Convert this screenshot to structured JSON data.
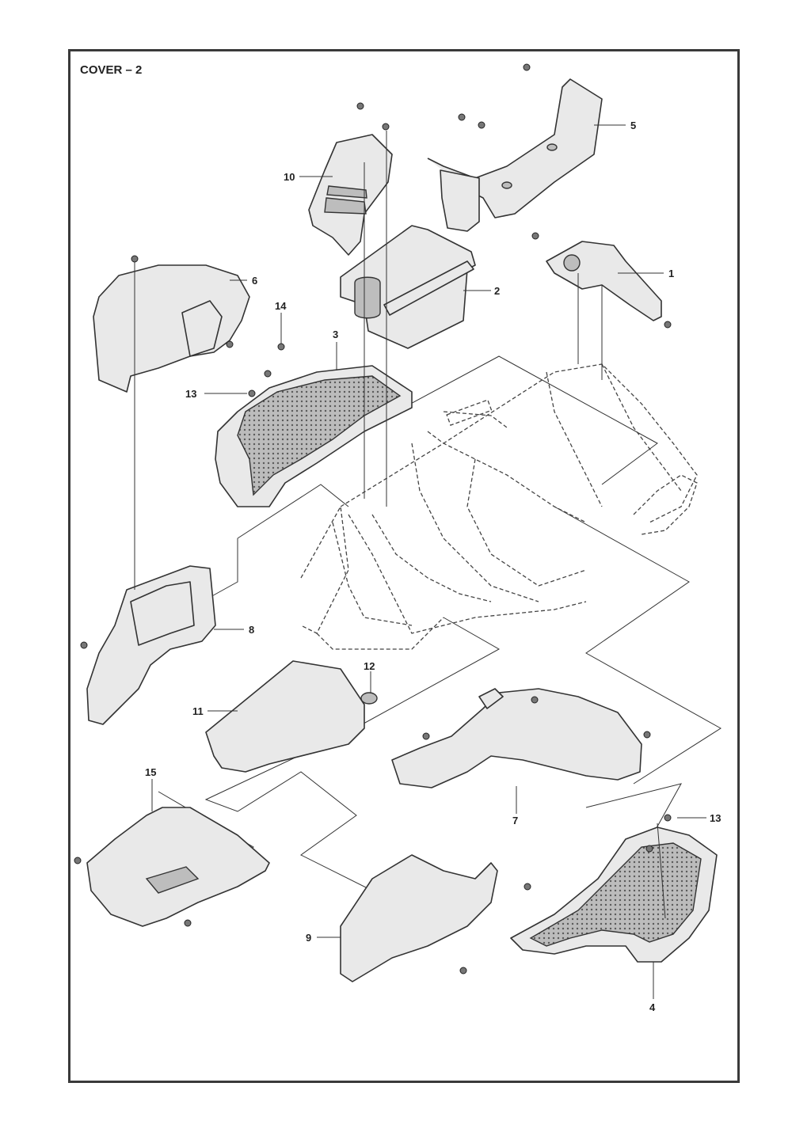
{
  "title": "COVER – 2",
  "callouts": [
    {
      "id": "1",
      "label": "1"
    },
    {
      "id": "2",
      "label": "2"
    },
    {
      "id": "3",
      "label": "3"
    },
    {
      "id": "4",
      "label": "4"
    },
    {
      "id": "5",
      "label": "5"
    },
    {
      "id": "6",
      "label": "6"
    },
    {
      "id": "7",
      "label": "7"
    },
    {
      "id": "8",
      "label": "8"
    },
    {
      "id": "9",
      "label": "9"
    },
    {
      "id": "10",
      "label": "10"
    },
    {
      "id": "11",
      "label": "11"
    },
    {
      "id": "12",
      "label": "12"
    },
    {
      "id": "13a",
      "label": "13"
    },
    {
      "id": "13b",
      "label": "13"
    },
    {
      "id": "14",
      "label": "14"
    },
    {
      "id": "15",
      "label": "15"
    }
  ]
}
